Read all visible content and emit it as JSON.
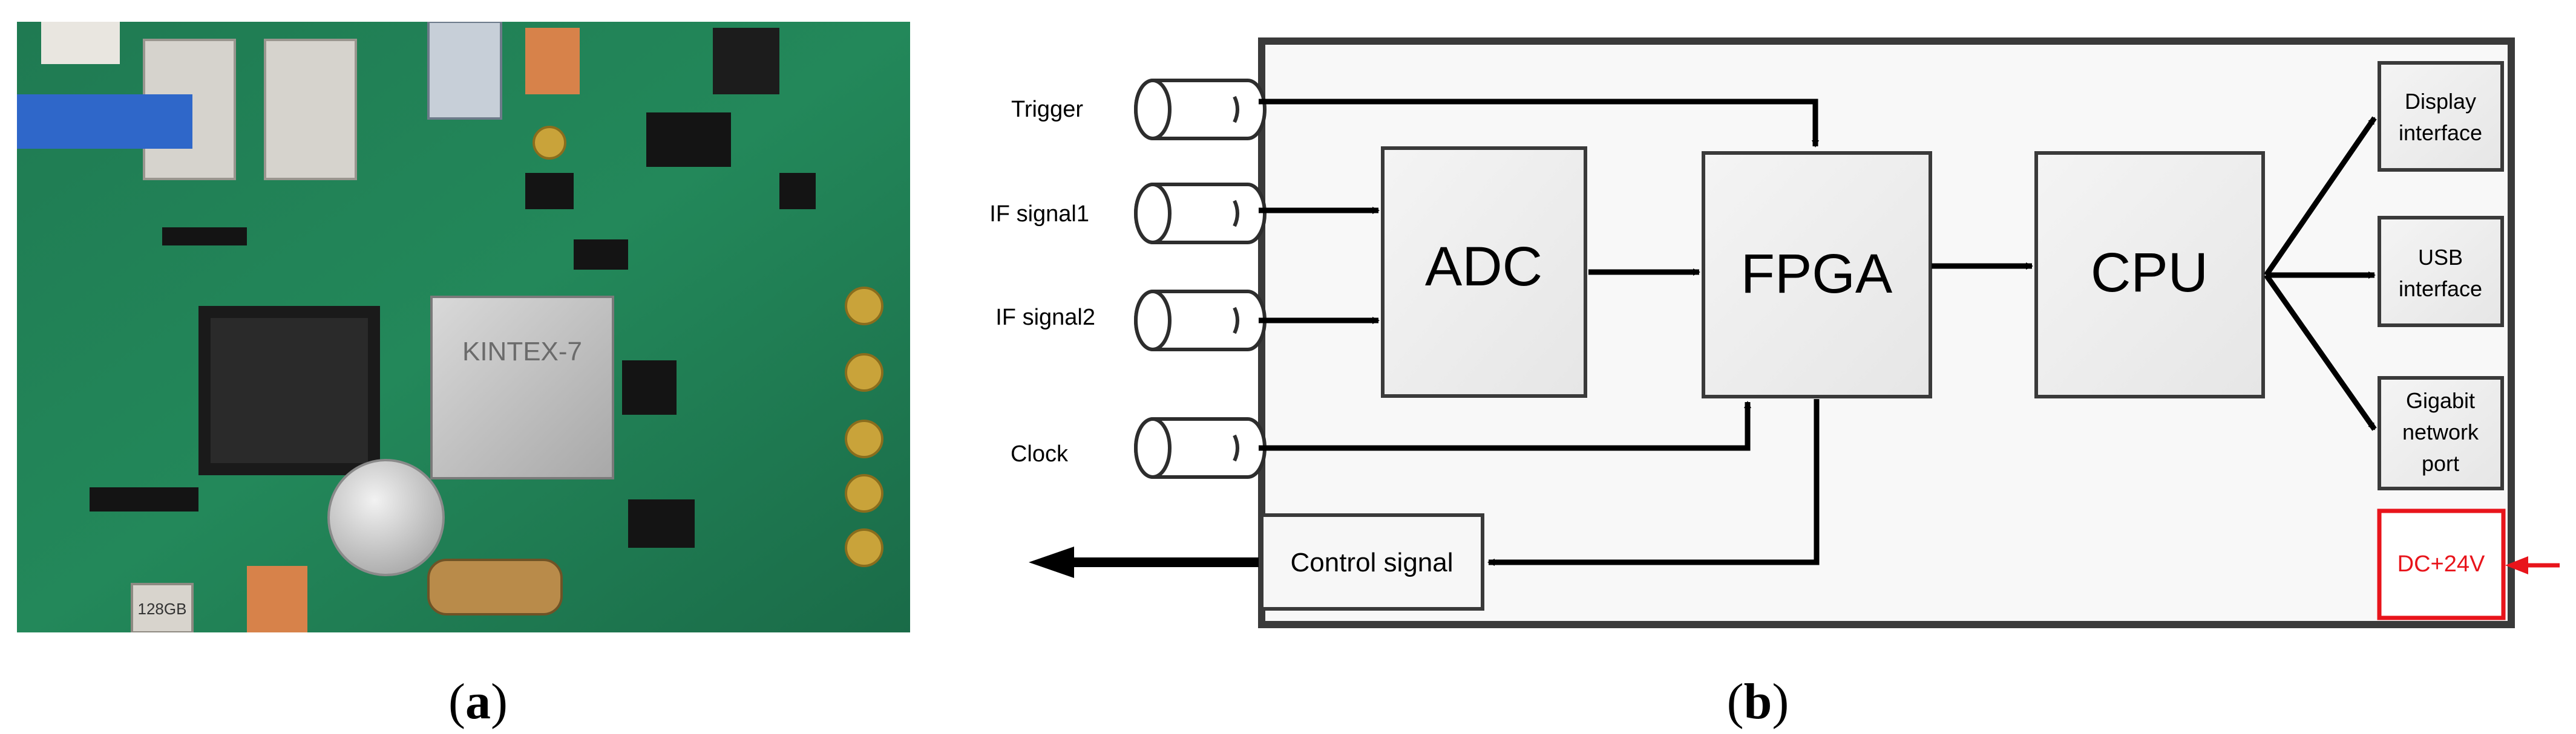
{
  "panel_a": {
    "chip_marking": "KINTEX-7",
    "sd_label": "128GB"
  },
  "panel_b": {
    "inputs": {
      "trigger": "Trigger",
      "if_signal1": "IF signal1",
      "if_signal2": "IF signal2",
      "clock": "Clock"
    },
    "blocks": {
      "adc": "ADC",
      "fpga": "FPGA",
      "cpu": "CPU",
      "control_signal": "Control signal"
    },
    "interfaces": {
      "display": [
        "Display",
        "interface"
      ],
      "usb": [
        "USB",
        "interface"
      ],
      "gigabit": [
        "Gigabit",
        "network",
        "port"
      ]
    },
    "power": {
      "label": "DC+24V",
      "color": "#e8141b"
    }
  },
  "captions": {
    "a": "a",
    "b": "b"
  }
}
